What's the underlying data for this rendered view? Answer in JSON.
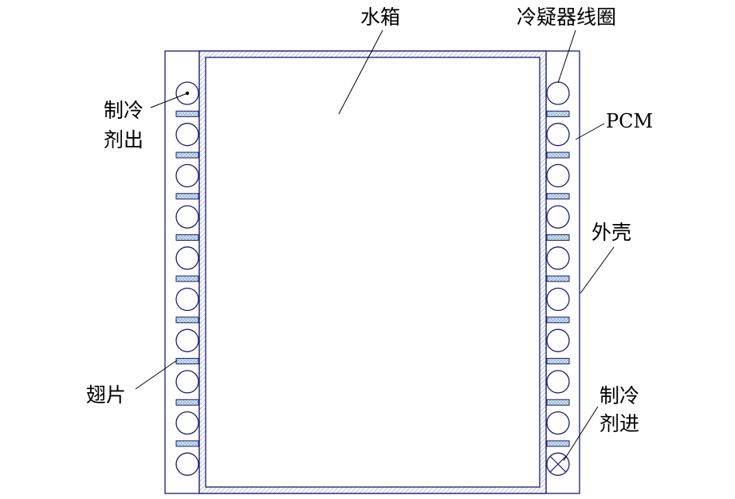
{
  "labels": {
    "water_tank": "水箱",
    "condenser_coil": "冷疑器线圈",
    "refrigerant_out_line1": "制冷",
    "refrigerant_out_line2": "剂出",
    "pcm": "PCM",
    "shell": "外壳",
    "fin": "翅片",
    "refrigerant_in_line1": "制冷",
    "refrigerant_in_line2": "剂进"
  },
  "coil_count_per_side": 10,
  "colors": {
    "outline": "#1a1a7a",
    "fin_fill": "#cfe3ee",
    "hatch": "#8aa0b8"
  }
}
